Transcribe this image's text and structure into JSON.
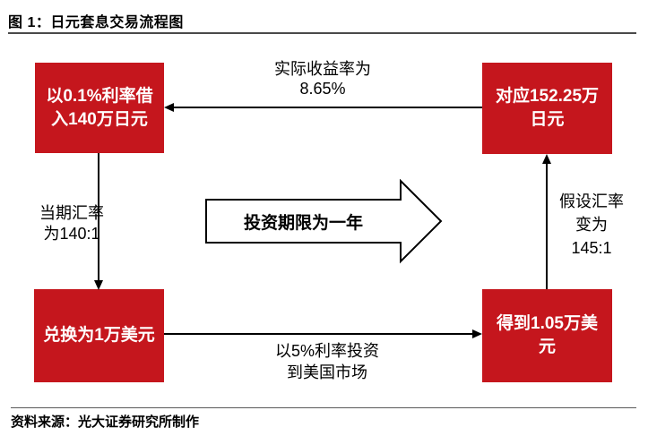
{
  "figure": {
    "title": "图 1：日元套息交易流程图",
    "source": "资料来源：光大证券研究所制作"
  },
  "colors": {
    "box_red": "#c5161d",
    "box_text": "#ffffff",
    "arrow_black": "#000000",
    "title_rule": "#4a4a4a",
    "footer_rule": "#595959"
  },
  "nodes": {
    "borrow_yen": "以0.1%利率借\n入140万日元",
    "correspond_yen": "对应152.25万\n日元",
    "exchange_usd": "兑换为1万美元",
    "receive_usd": "得到1.05万美\n元"
  },
  "edges": {
    "actual_return": "实际收益率为\n8.65%",
    "current_fx_rate": "当期汇率\n为140:1",
    "invest_us_market": "以5%利率投资\n到美国市场",
    "assumed_fx_rate": "假设汇率\n变为\n145:1",
    "investment_period": "投资期限为一年"
  }
}
